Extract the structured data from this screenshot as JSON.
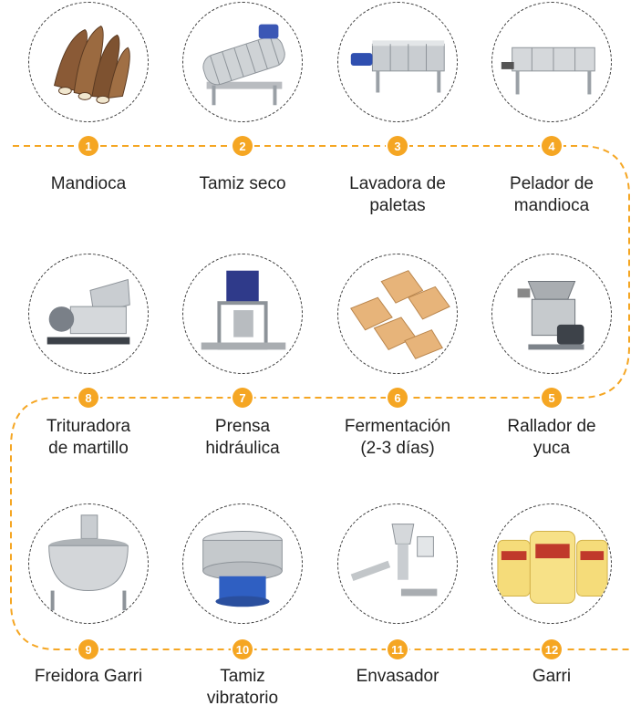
{
  "accent_color": "#f5a623",
  "steps": [
    {
      "number": "1",
      "lines": [
        "Mandioca"
      ],
      "icon": "cassava-roots-icon"
    },
    {
      "number": "2",
      "lines": [
        "Tamiz seco"
      ],
      "icon": "drum-sieve-machine-icon"
    },
    {
      "number": "3",
      "lines": [
        "Lavadora de",
        "paletas"
      ],
      "icon": "paddle-washer-machine-icon"
    },
    {
      "number": "4",
      "lines": [
        "Pelador de",
        "mandioca"
      ],
      "icon": "cassava-peeler-machine-icon"
    },
    {
      "number": "5",
      "lines": [
        "Rallador de",
        "yuca"
      ],
      "icon": "cassava-grater-machine-icon"
    },
    {
      "number": "6",
      "lines": [
        "Fermentación",
        "(2-3 días)"
      ],
      "icon": "fermentation-racks-icon"
    },
    {
      "number": "7",
      "lines": [
        "Prensa",
        "hidráulica"
      ],
      "icon": "hydraulic-press-icon"
    },
    {
      "number": "8",
      "lines": [
        "Trituradora",
        "de martillo"
      ],
      "icon": "hammer-crusher-icon"
    },
    {
      "number": "9",
      "lines": [
        "Freidora Garri"
      ],
      "icon": "garri-fryer-kettle-icon"
    },
    {
      "number": "10",
      "lines": [
        "Tamiz",
        "vibratorio"
      ],
      "icon": "vibrating-sieve-icon"
    },
    {
      "number": "11",
      "lines": [
        "Envasador"
      ],
      "icon": "packing-machine-icon"
    },
    {
      "number": "12",
      "lines": [
        "Garri"
      ],
      "icon": "garri-bags-icon"
    }
  ]
}
